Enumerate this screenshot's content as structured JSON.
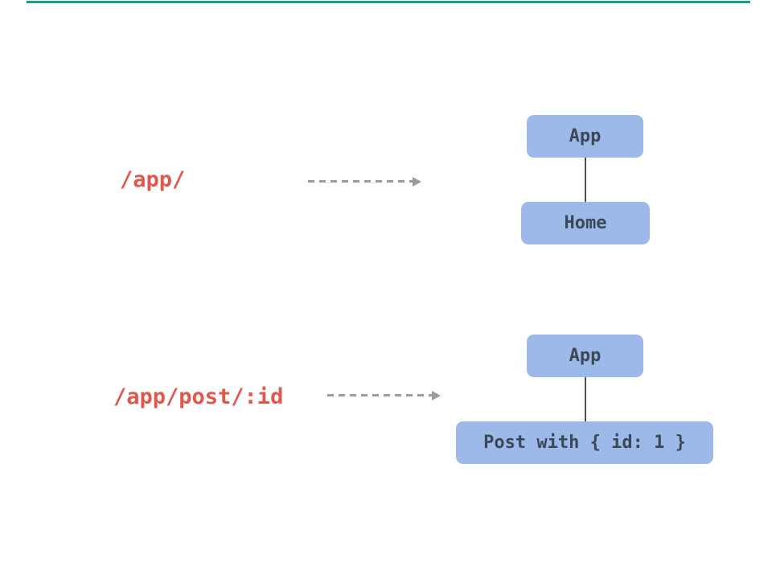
{
  "diagram": {
    "rows": [
      {
        "route": "/app/",
        "tree": {
          "root": "App",
          "child": "Home"
        }
      },
      {
        "route": "/app/post/:id",
        "tree": {
          "root": "App",
          "child": "Post with { id: 1 }"
        }
      }
    ],
    "colors": {
      "top_accent": "#16a085",
      "route_text": "#e0584d",
      "node_fill": "#9db9e9",
      "node_text": "#3b4856",
      "arrow": "#9b9b9b",
      "connector": "#4d4d4d"
    }
  }
}
